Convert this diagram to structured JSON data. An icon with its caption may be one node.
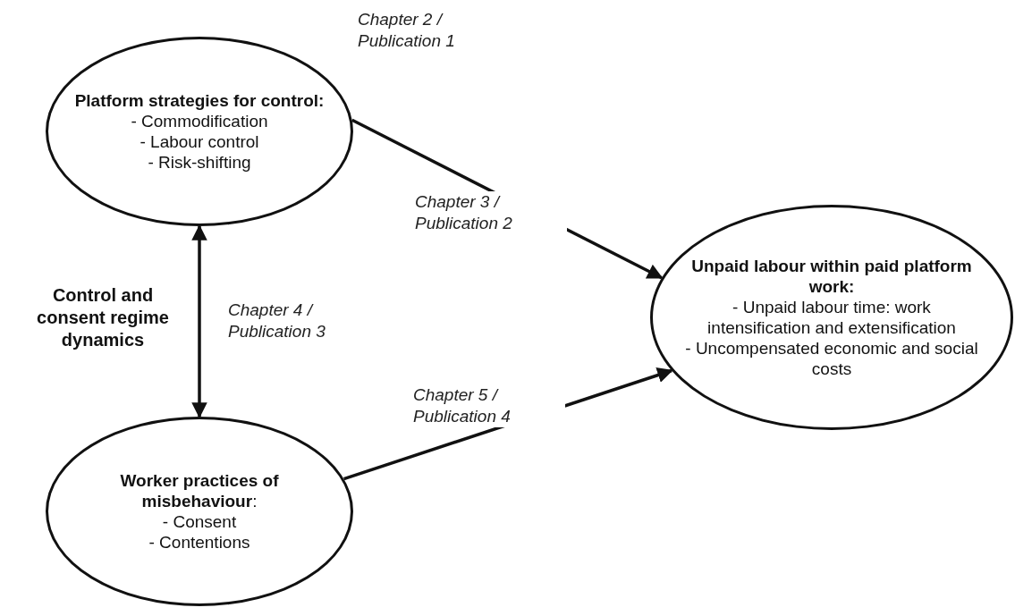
{
  "diagram": {
    "nodes": [
      {
        "text": [
          "**Platform strategies for control:**",
          "- Commodification",
          "- Labour control",
          "- Risk-shifting"
        ],
        "beside": [
          "Chapter 2 / Publication 1"
        ]
      },
      {
        "text": [
          "**Unpaid labour within paid platform work:**",
          "- Unpaid labour time: work intensification and extensification",
          "- Uncompensated economic and social costs"
        ]
      },
      {
        "text": [
          "**Worker practices of misbehaviour**:",
          "- Consent",
          "- Contentions"
        ]
      }
    ],
    "edges": [
      {
        "from": 0,
        "to": 1,
        "arrow": "to",
        "label": "Chapter 3 / Publication 2"
      },
      {
        "from": 0,
        "to": 2,
        "arrow": "both",
        "label": "Chapter 4 / Publication 3"
      },
      {
        "from": 2,
        "to": 1,
        "arrow": "to",
        "label": "Chapter 5 / Publication 4"
      }
    ],
    "labels": [
      "Control and consent regime dynamics"
    ]
  }
}
